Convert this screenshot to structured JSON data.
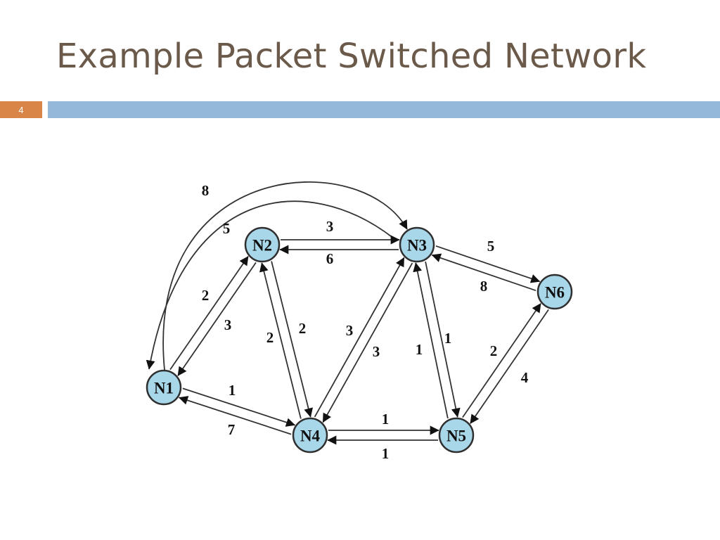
{
  "slide": {
    "title": "Example Packet Switched Network",
    "number": "4"
  },
  "colors": {
    "title": "#6b5a4a",
    "slide_number_band": "#d98547",
    "header_band": "#93b8d9",
    "node_fill": "#a9d7ea",
    "stroke": "#2f2f2f"
  },
  "diagram": {
    "nodes": [
      {
        "id": "N1",
        "label": "N1"
      },
      {
        "id": "N2",
        "label": "N2"
      },
      {
        "id": "N3",
        "label": "N3"
      },
      {
        "id": "N4",
        "label": "N4"
      },
      {
        "id": "N5",
        "label": "N5"
      },
      {
        "id": "N6",
        "label": "N6"
      }
    ],
    "edges": [
      {
        "from": "N1",
        "to": "N3",
        "weight": "8"
      },
      {
        "from": "N3",
        "to": "N1",
        "weight": "5"
      },
      {
        "from": "N2",
        "to": "N3",
        "weight": "3"
      },
      {
        "from": "N3",
        "to": "N2",
        "weight": "6"
      },
      {
        "from": "N1",
        "to": "N2",
        "weight": "2"
      },
      {
        "from": "N2",
        "to": "N1",
        "weight": "3"
      },
      {
        "from": "N2",
        "to": "N4",
        "weight": "2"
      },
      {
        "from": "N4",
        "to": "N2",
        "weight": "2"
      },
      {
        "from": "N4",
        "to": "N3",
        "weight": "3"
      },
      {
        "from": "N3",
        "to": "N4",
        "weight": "3"
      },
      {
        "from": "N3",
        "to": "N5",
        "weight": "1"
      },
      {
        "from": "N5",
        "to": "N3",
        "weight": "1"
      },
      {
        "from": "N3",
        "to": "N6",
        "weight": "5"
      },
      {
        "from": "N6",
        "to": "N3",
        "weight": "8"
      },
      {
        "from": "N5",
        "to": "N6",
        "weight": "2"
      },
      {
        "from": "N6",
        "to": "N5",
        "weight": "4"
      },
      {
        "from": "N1",
        "to": "N4",
        "weight": "1"
      },
      {
        "from": "N4",
        "to": "N1",
        "weight": "7"
      },
      {
        "from": "N4",
        "to": "N5",
        "weight": "1"
      },
      {
        "from": "N5",
        "to": "N4",
        "weight": "1"
      }
    ]
  }
}
